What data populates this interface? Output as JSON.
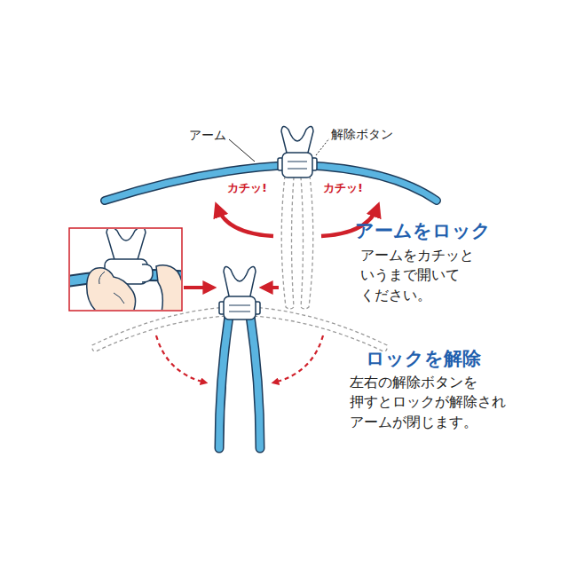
{
  "diagram": {
    "labels": [
      "アーム",
      "解除ボタン",
      "カチッ!",
      "カチッ!",
      "アームをロック",
      "アームをカチッと いうまで開いて ください。",
      "ロックを解除",
      "左右の解除ボタンを 押すとロックが解除され アームが閉じます。"
    ]
  }
}
